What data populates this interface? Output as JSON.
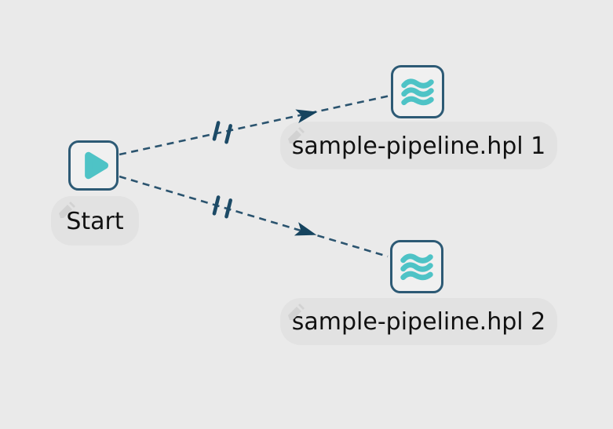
{
  "app": {
    "view": "workflow-canvas"
  },
  "workflow": {
    "nodes": [
      {
        "id": "start",
        "label": "Start",
        "icon": "play-icon"
      },
      {
        "id": "pipeline-1",
        "label": "sample-pipeline.hpl 1",
        "icon": "pipeline-waves-icon"
      },
      {
        "id": "pipeline-2",
        "label": "sample-pipeline.hpl 2",
        "icon": "pipeline-waves-icon"
      }
    ],
    "hops": [
      {
        "id": "hop-1",
        "from": "Start",
        "to": "sample-pipeline.hpl 1",
        "line_style": "dashed",
        "condition_icon": "unconditional-parallel-bars"
      },
      {
        "id": "hop-2",
        "from": "Start",
        "to": "sample-pipeline.hpl 2",
        "line_style": "dashed",
        "condition_icon": "unconditional-parallel-bars"
      }
    ]
  },
  "colors": {
    "background": "#eaeaea",
    "node_border": "#2d5a75",
    "node_fill": "#f0f0f0",
    "accent_teal": "#4ec3c6",
    "hop_line": "#2b546f",
    "arrow": "#16445f",
    "label_pill": "#e2e2e2",
    "label_text": "#111111",
    "pencil_icon": "#d2d2d2"
  }
}
